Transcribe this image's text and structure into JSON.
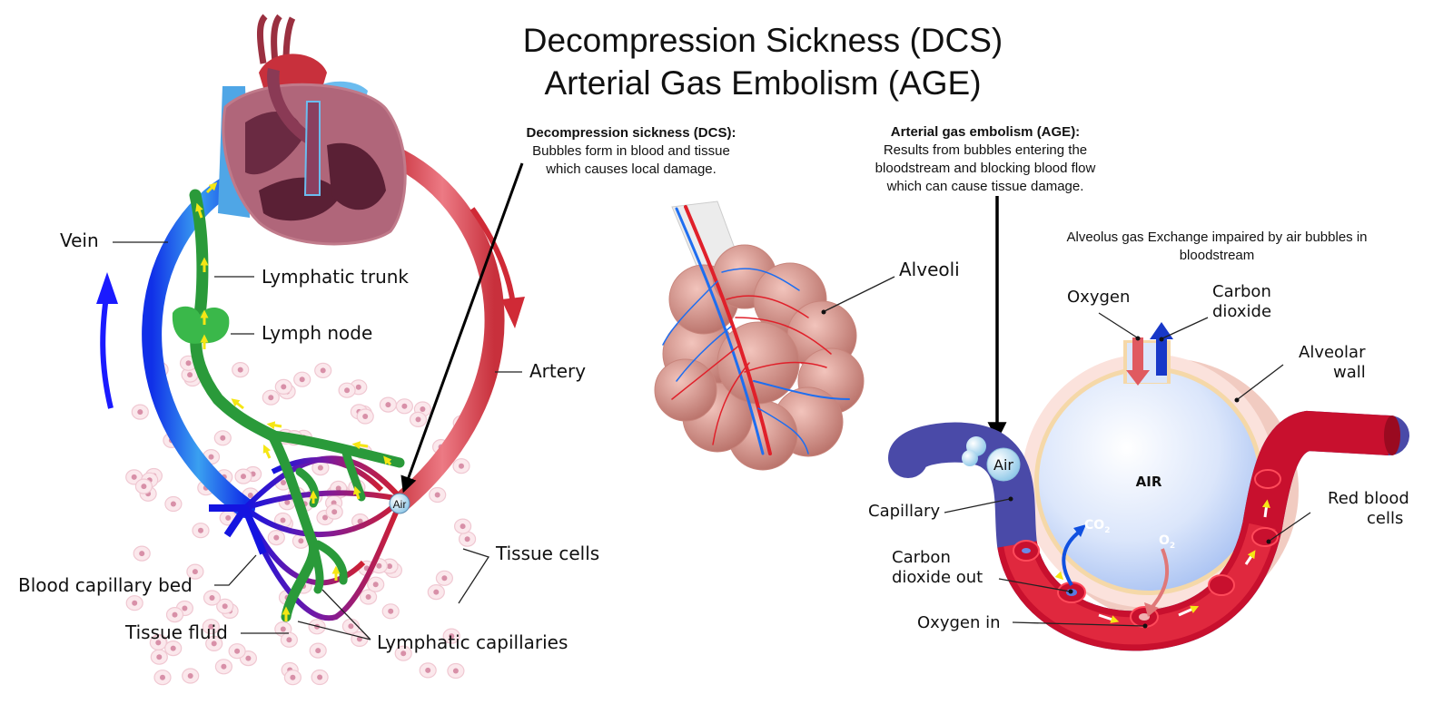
{
  "title": {
    "line1": "Decompression Sickness (DCS)",
    "line2": "Arterial Gas Embolism (AGE)"
  },
  "dcs_caption": {
    "heading": "Decompression sickness (DCS):",
    "line1": "Bubbles form in blood and tissue",
    "line2": "which causes local damage."
  },
  "age_caption": {
    "heading": "Arterial gas embolism (AGE):",
    "line1": "Results from bubbles entering the",
    "line2": "bloodstream and blocking blood flow",
    "line3": "which can cause tissue damage."
  },
  "alveolus_caption": {
    "line1": "Alveolus gas Exchange impaired by air bubbles in",
    "line2": "bloodstream"
  },
  "circulation_labels": {
    "vein": "Vein",
    "lymphatic_trunk": "Lymphatic trunk",
    "lymph_node": "Lymph node",
    "artery": "Artery",
    "tissue_cells": "Tissue cells",
    "blood_capillary_bed": "Blood capillary bed",
    "tissue_fluid": "Tissue fluid",
    "lymphatic_capillaries": "Lymphatic capillaries",
    "air_bubble": "Air"
  },
  "alveoli_labels": {
    "alveoli": "Alveoli"
  },
  "exchange_labels": {
    "oxygen": "Oxygen",
    "carbon_dioxide_1": "Carbon",
    "carbon_dioxide_2": "dioxide",
    "alveolar_wall_1": "Alveolar",
    "alveolar_wall_2": "wall",
    "air_center": "AIR",
    "air_bubble": "Air",
    "capillary": "Capillary",
    "co2_out_1": "Carbon",
    "co2_out_2": "dioxide out",
    "oxygen_in": "Oxygen in",
    "red_blood_cells_1": "Red blood",
    "red_blood_cells_2": "cells",
    "co2_symbol": "CO",
    "co2_sub": "2",
    "o2_symbol": "O",
    "o2_sub": "2"
  },
  "colors": {
    "vein_blue": "#1a3cf0",
    "artery_red": "#d8404a",
    "lymph_green": "#2a9a3a",
    "arrow_yellow": "#f5e614",
    "heart_pink": "#b0667a",
    "alveoli_pink": "#d99a92",
    "capillary_purple": "#4a4aa8",
    "rbc_red": "#c8102e"
  }
}
